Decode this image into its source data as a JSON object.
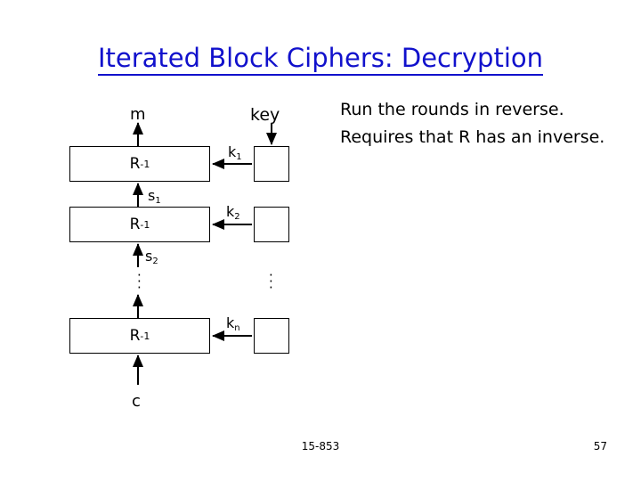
{
  "slide": {
    "title": "Iterated Block Ciphers: Decryption",
    "footer_center": "15-853",
    "footer_page": "57",
    "accent_color": "#1111cc"
  },
  "diagram": {
    "key_label": "key",
    "input_label": "m",
    "output_label": "c",
    "round_boxes": [
      {
        "label": "R",
        "exponent": "-1"
      },
      {
        "label": "R",
        "exponent": "-1"
      },
      {
        "label": "R",
        "exponent": "-1"
      }
    ],
    "state_labels": [
      {
        "base": "s",
        "sub": "1"
      },
      {
        "base": "s",
        "sub": "2"
      }
    ],
    "key_labels": [
      {
        "base": "k",
        "sub": "1"
      },
      {
        "base": "k",
        "sub": "2"
      },
      {
        "base": "k",
        "sub": "n"
      }
    ],
    "ellipsis_left": "·\n·\n·",
    "ellipsis_right": "·\n·\n·"
  },
  "notes": {
    "lines": [
      "Run the rounds in reverse.",
      "Requires that R has an inverse."
    ]
  }
}
